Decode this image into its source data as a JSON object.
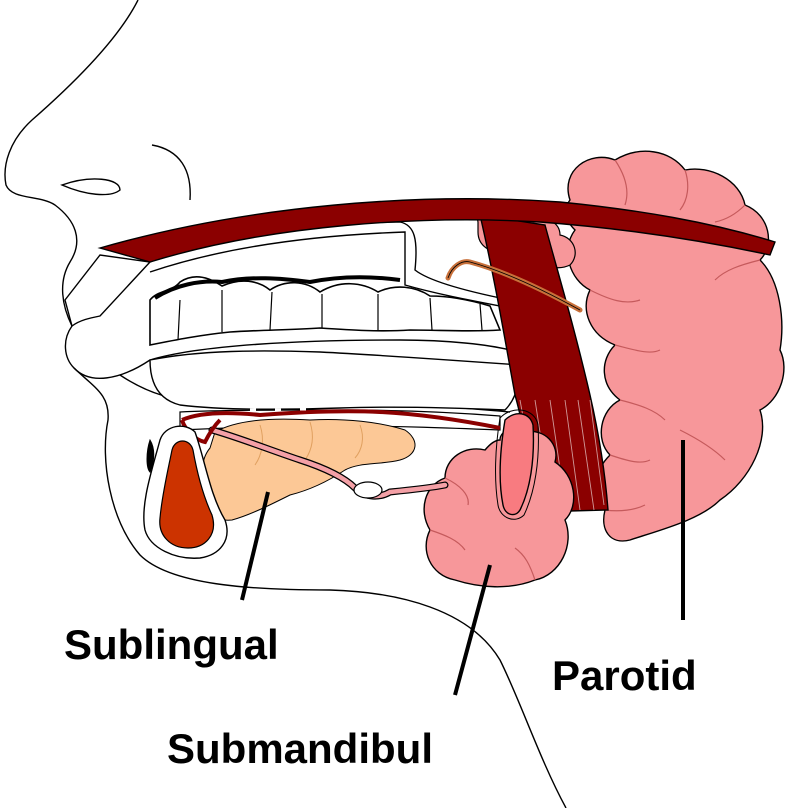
{
  "labels": {
    "sublingual": "Sublingual",
    "parotid": "Parotid",
    "submandibul": "Submandibul"
  },
  "colors": {
    "outline": "#000000",
    "muscle": "#8b0000",
    "parotid_gland": "#f7979a",
    "parotid_lobe_edge": "#c55a5c",
    "sublingual_gland": "#fcc896",
    "duct": "#f4a0a6",
    "tongue_cut": "#cc3300",
    "nerve": "#c8703a"
  }
}
